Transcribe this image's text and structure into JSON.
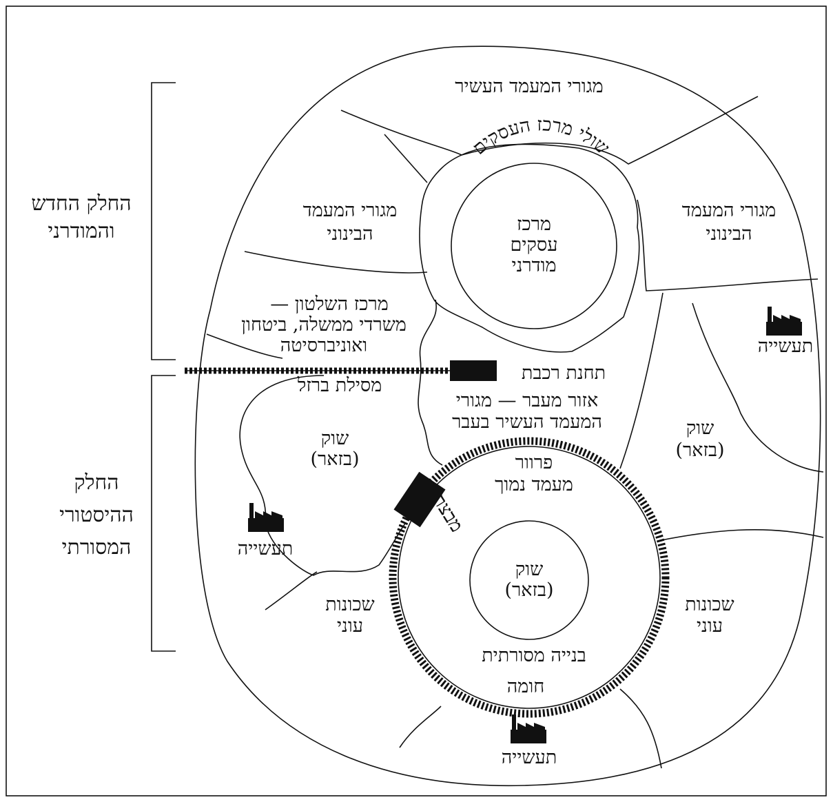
{
  "side_labels": {
    "modern": [
      "החלק החדש",
      "והמודרני"
    ],
    "historic": [
      "החלק",
      "ההיסטורי",
      "המסורתי"
    ]
  },
  "zones": {
    "rich_top": "מגורי המעמד העשיר",
    "middle_left": [
      "מגורי המעמד",
      "הבינוני"
    ],
    "middle_right": [
      "מגורי המעמד",
      "הבינוני"
    ],
    "cbd_fringe": "שולי מרכז העסקים",
    "cbd": [
      "מרכז",
      "עסקים",
      "מודרני"
    ],
    "government": [
      "מרכז השלטון —",
      "משרדי ממשלה, ביטחון",
      "ואוניברסיטה"
    ],
    "industry_right": "תעשייה",
    "train_station": "תחנת רכבת",
    "railway": "מסילת ברזל",
    "transition": [
      "אזור מעבר — מגורי",
      "המעמד העשיר בעבר"
    ],
    "market_left": [
      "שוק",
      "(בזאר)"
    ],
    "market_right": [
      "שוק",
      "(בזאר)"
    ],
    "suburb": [
      "פרוור",
      "מעמד נמוך"
    ],
    "fortress": "מבצר",
    "industry_left": "תעשייה",
    "market_center": [
      "שוק",
      "(בזאר)"
    ],
    "slums_left": [
      "שכונות",
      "עוני"
    ],
    "slums_right": [
      "שכונות",
      "עוני"
    ],
    "traditional_building": "בנייה מסורתית",
    "wall": "חומה",
    "industry_bottom": "תעשייה"
  },
  "colors": {
    "ink": "#111111",
    "background": "#ffffff"
  }
}
